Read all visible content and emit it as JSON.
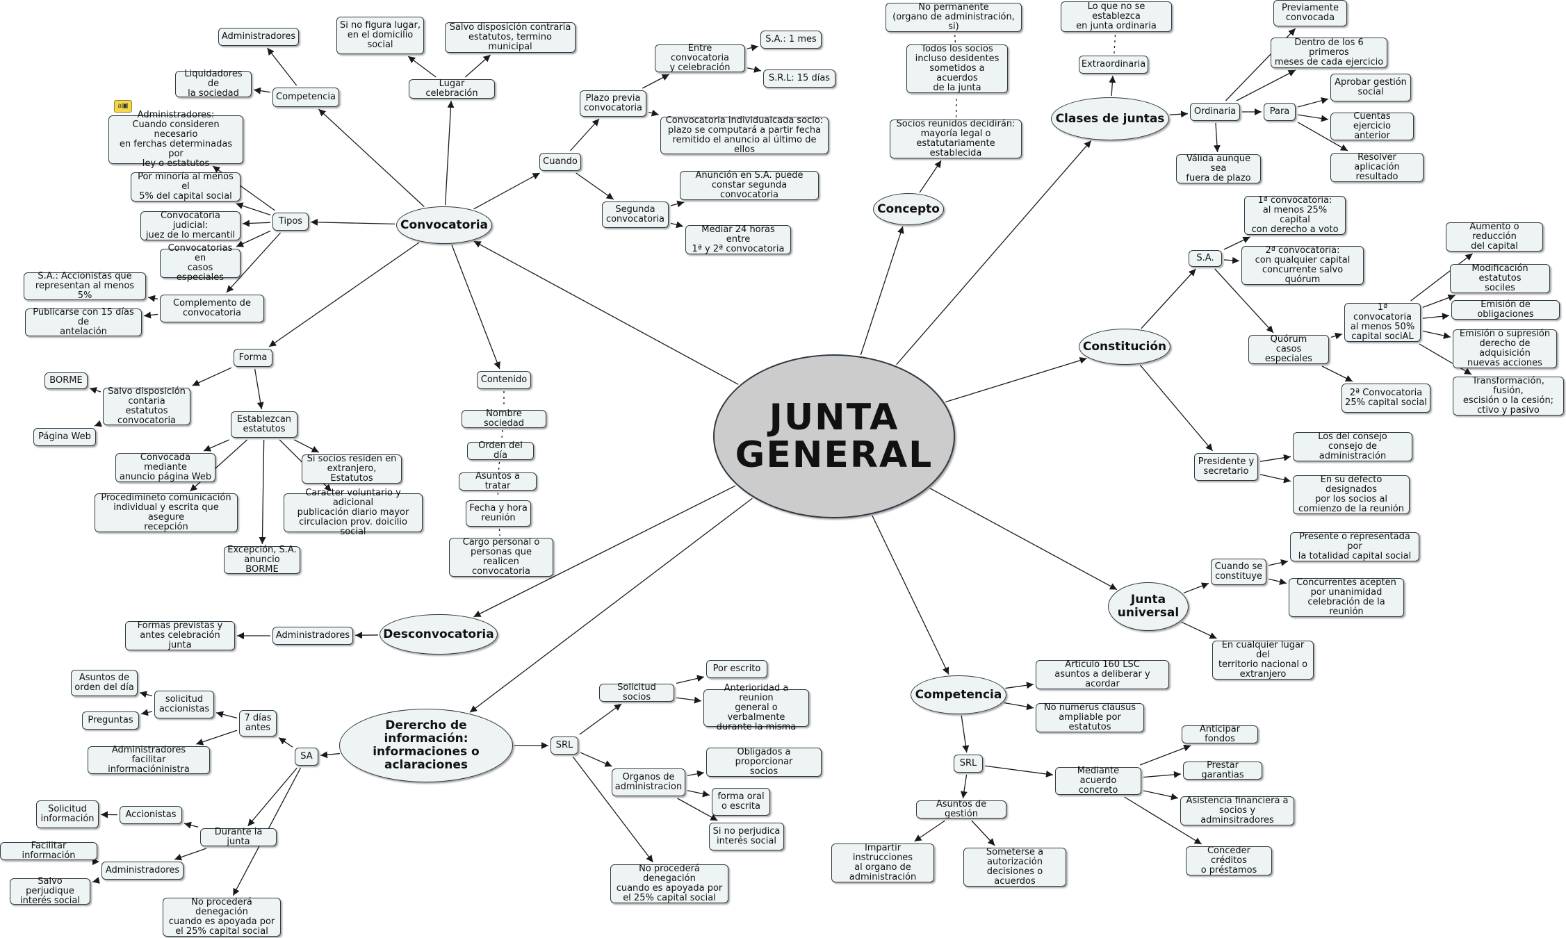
{
  "central": {
    "id": "junta",
    "label": "JUNTA\nGENERAL"
  },
  "nodes": [
    {
      "id": "convocatoria",
      "label": "Convocatoria",
      "hub": true
    },
    {
      "id": "concepto",
      "label": "Concepto",
      "hub": true
    },
    {
      "id": "clases",
      "label": "Clases de juntas",
      "hub": true
    },
    {
      "id": "constitucion",
      "label": "Constitución",
      "hub": true
    },
    {
      "id": "universal",
      "label": "Junta\nuniversal",
      "hub": true
    },
    {
      "id": "competencia",
      "label": "Competencia",
      "hub": true
    },
    {
      "id": "derecho",
      "label": "Derercho de información:\ninformaciones o aclaraciones",
      "hub": true
    },
    {
      "id": "desconvocatoria",
      "label": "Desconvocatoria",
      "hub": true
    },
    {
      "id": "cv_competencia",
      "label": "Competencia"
    },
    {
      "id": "cv_administradores",
      "label": "Administradores"
    },
    {
      "id": "cv_liquidadores",
      "label": "Liquidadores de\nla sociedad"
    },
    {
      "id": "cv_lugar",
      "label": "Lugar celebración"
    },
    {
      "id": "cv_lugar1",
      "label": "Si no figura lugar,\nen el domicilio\nsocial"
    },
    {
      "id": "cv_lugar2",
      "label": "Salvo disposición contraria\nestatutos, termino municipal"
    },
    {
      "id": "cv_tipos",
      "label": "Tipos"
    },
    {
      "id": "cv_tipo1",
      "label": "Administradores:\nCuando consideren necesario\nen ferchas determinadas por\nley o estatutos"
    },
    {
      "id": "cv_tipo2",
      "label": "Por minoría al menos el\n5% del capital social"
    },
    {
      "id": "cv_tipo3",
      "label": "Convocatoria judicial:\njuez de lo mercantil"
    },
    {
      "id": "cv_tipo4",
      "label": "Convocatorias en\ncasos especiales"
    },
    {
      "id": "cv_complemento",
      "label": "Complemento de\nconvocatoria"
    },
    {
      "id": "cv_comp1",
      "label": "S.A.: Accionistas que\nrepresentan al menos 5%"
    },
    {
      "id": "cv_comp2",
      "label": "Publicarse con 15 días de\nantelación"
    },
    {
      "id": "cv_cuando",
      "label": "Cuando"
    },
    {
      "id": "cv_plazo",
      "label": "Plazo previa\nconvocatoria"
    },
    {
      "id": "cv_entre",
      "label": "Entre convocatoria\ny celebración"
    },
    {
      "id": "cv_sa1mes",
      "label": "S.A.: 1 mes"
    },
    {
      "id": "cv_srl15",
      "label": "S.R.L: 15 días"
    },
    {
      "id": "cv_individual",
      "label": "Convocatoria individualcada socio:\nplazo se computará a partir fecha\nremitido el anuncio al último de ellos"
    },
    {
      "id": "cv_segunda",
      "label": "Segunda\nconvocatoria"
    },
    {
      "id": "cv_seg1",
      "label": "Anunción en S.A. puede\nconstar segunda convocatoria"
    },
    {
      "id": "cv_seg2",
      "label": "Mediar 24 horas entre\n1ª y 2ª convocatoria"
    },
    {
      "id": "cv_forma",
      "label": "Forma"
    },
    {
      "id": "cv_borme",
      "label": "BORME"
    },
    {
      "id": "cv_salvo",
      "label": "Salvo disposición\ncontaria estatutos\nconvocatoria"
    },
    {
      "id": "cv_web",
      "label": "Página Web"
    },
    {
      "id": "cv_establezcan",
      "label": "Establezcan\nestatutos"
    },
    {
      "id": "cv_est1",
      "label": "Convocada mediante\nanuncio página Web"
    },
    {
      "id": "cv_est2",
      "label": "Si socios residen en\nextranjero, Estatutos"
    },
    {
      "id": "cv_est3",
      "label": "Procedimineto comunicación\nindividual y escrita que asegure\nrecepción"
    },
    {
      "id": "cv_est4",
      "label": "Caracter voluntario y adicional\npublicación diario mayor\ncirculacion prov. doicilio social"
    },
    {
      "id": "cv_est5",
      "label": "Excepción, S.A.\nanuncio BORME"
    },
    {
      "id": "cv_contenido",
      "label": "Contenido"
    },
    {
      "id": "cv_cont1",
      "label": "Nombre sociedad"
    },
    {
      "id": "cv_cont2",
      "label": "Orden del día"
    },
    {
      "id": "cv_cont3",
      "label": "Asuntos a tratar"
    },
    {
      "id": "cv_cont4",
      "label": "Fecha y hora\nreunión"
    },
    {
      "id": "cv_cont5",
      "label": "Cargo personal o\npersonas que realicen\nconvocatoria"
    },
    {
      "id": "co_socios",
      "label": "Socios reunidos decidirán:\nmayoría legal o\nestatutariamente establecida"
    },
    {
      "id": "co_todos",
      "label": "Todos los socios\nincluso desidentes\nsometidos a acuerdos\nde la junta"
    },
    {
      "id": "co_noperm",
      "label": "No permanente\n(organo de administración, si)"
    },
    {
      "id": "cl_extra",
      "label": "Extraordinaria"
    },
    {
      "id": "cl_extra1",
      "label": "Lo que no se establezca\nen junta ordinaria"
    },
    {
      "id": "cl_ordinaria",
      "label": "Ordinaria"
    },
    {
      "id": "cl_prev",
      "label": "Previamente\nconvocada"
    },
    {
      "id": "cl_dentro",
      "label": "Dentro de los 6 primeros\nmeses de cada ejercicio"
    },
    {
      "id": "cl_para",
      "label": "Para"
    },
    {
      "id": "cl_para1",
      "label": "Aprobar gestión\nsocial"
    },
    {
      "id": "cl_para2",
      "label": "Cuentas ejercicio\nanterior"
    },
    {
      "id": "cl_para3",
      "label": "Resolver aplicación\nresultado"
    },
    {
      "id": "cl_valida",
      "label": "Válida aunque sea\nfuera de plazo"
    },
    {
      "id": "cn_sa",
      "label": "S.A."
    },
    {
      "id": "cn_sa1",
      "label": "1ª convocatoria:\nal menos 25% capital\ncon derecho a voto"
    },
    {
      "id": "cn_sa2",
      "label": "2ª convocatoria:\ncon qualquier capital\nconcurrente salvo quórum"
    },
    {
      "id": "cn_quorum",
      "label": "Quórum\ncasos especiales"
    },
    {
      "id": "cn_q1",
      "label": "1ª convocatoria\nal menos 50%\ncapital sociAL"
    },
    {
      "id": "cn_q2",
      "label": "2ª Convocatoria\n25% capital social"
    },
    {
      "id": "cn_m1",
      "label": "Aumento o reducción\ndel capital"
    },
    {
      "id": "cn_m2",
      "label": "Modificación estatutos\nsociles"
    },
    {
      "id": "cn_m3",
      "label": "Emisión de obligaciones"
    },
    {
      "id": "cn_m4",
      "label": "Emisión o supresión\nderecho de adquisición\nnuevas acciones"
    },
    {
      "id": "cn_m5",
      "label": "Transformación, fusión,\nescisión o la cesión;\nctivo y pasivo"
    },
    {
      "id": "cn_presidente",
      "label": "Presidente y\nsecretario"
    },
    {
      "id": "cn_p1",
      "label": "Los del consejo\nconsejo de administración"
    },
    {
      "id": "cn_p2",
      "label": "En su defecto designados\npor los socios al\ncomienzo de la reunión"
    },
    {
      "id": "ju_cuando",
      "label": "Cuando se\nconstituye"
    },
    {
      "id": "ju_c1",
      "label": "Presente o representada por\nla totalidad capital social"
    },
    {
      "id": "ju_c2",
      "label": "Concurrentes acepten\npor unanimidad\ncelebración de la reunión"
    },
    {
      "id": "ju_lugar",
      "label": "En cualquier lugar del\nterritorio nacional o\nextranjero"
    },
    {
      "id": "cp_art",
      "label": "Articulo 160 LSC\nasuntos a deliberar y acordar"
    },
    {
      "id": "cp_nonum",
      "label": "No numerus clausus\nampliable por estatutos"
    },
    {
      "id": "cp_srl",
      "label": "SRL"
    },
    {
      "id": "cp_asuntos",
      "label": "Asuntos de gestión"
    },
    {
      "id": "cp_imp",
      "label": "Impartir instrucciones\nal organo de\nadministración"
    },
    {
      "id": "cp_some",
      "label": "Someterse a\nautorización\ndecisiones o acuerdos"
    },
    {
      "id": "cp_mediante",
      "label": "Mediante acuerdo\nconcreto"
    },
    {
      "id": "cp_m1",
      "label": "Anticipar fondos"
    },
    {
      "id": "cp_m2",
      "label": "Prestar garantias"
    },
    {
      "id": "cp_m3",
      "label": "Asistencia financiera a\nsocios y adminsitradores"
    },
    {
      "id": "cp_m4",
      "label": "Conceder créditos\no préstamos"
    },
    {
      "id": "de_srl",
      "label": "SRL"
    },
    {
      "id": "de_solicitud",
      "label": "Solicitud socios"
    },
    {
      "id": "de_escrito",
      "label": "Por escrito"
    },
    {
      "id": "de_anter",
      "label": "Anterioridad a reunion\ngeneral o verbalmente\ndurante la misma"
    },
    {
      "id": "de_organos",
      "label": "Organos de\nadministracion"
    },
    {
      "id": "de_oblig",
      "label": "Obligados a proporcionar\nsocios"
    },
    {
      "id": "de_forma",
      "label": "forma oral\no escrita"
    },
    {
      "id": "de_sinoper",
      "label": "Si no perjudica\ninterés social"
    },
    {
      "id": "de_noproc1",
      "label": "No procederá denegación\ncuando es apoyada por\nel 25% capital social"
    },
    {
      "id": "de_sa",
      "label": "SA"
    },
    {
      "id": "de_7dias",
      "label": "7 días\nantes"
    },
    {
      "id": "de_solacc",
      "label": "solicitud\naccionistas"
    },
    {
      "id": "de_asuntos",
      "label": "Asuntos de\norden del día"
    },
    {
      "id": "de_preg",
      "label": "Preguntas"
    },
    {
      "id": "de_admfac",
      "label": "Administradores\nfacilitar informacióninistra"
    },
    {
      "id": "de_durante",
      "label": "Durante la junta"
    },
    {
      "id": "de_acc",
      "label": "Accionistas"
    },
    {
      "id": "de_solinf",
      "label": "Solicitud\ninformación"
    },
    {
      "id": "de_adm",
      "label": "Administradores"
    },
    {
      "id": "de_facinf",
      "label": "Facilitar información"
    },
    {
      "id": "de_salvo",
      "label": "Salvo perjudique\ninterés social"
    },
    {
      "id": "de_noproc2",
      "label": "No procederá denegación\ncuando es apoyada por\nel 25% capital social"
    },
    {
      "id": "ds_adm",
      "label": "Administradores"
    },
    {
      "id": "ds_formas",
      "label": "Formas previstas y\nantes celebración junta"
    }
  ],
  "edges": [
    [
      "junta",
      "convocatoria"
    ],
    [
      "junta",
      "concepto"
    ],
    [
      "junta",
      "clases"
    ],
    [
      "junta",
      "constitucion"
    ],
    [
      "junta",
      "universal"
    ],
    [
      "junta",
      "competencia"
    ],
    [
      "junta",
      "derecho"
    ],
    [
      "junta",
      "desconvocatoria"
    ],
    [
      "convocatoria",
      "cv_competencia"
    ],
    [
      "cv_competencia",
      "cv_administradores"
    ],
    [
      "cv_competencia",
      "cv_liquidadores"
    ],
    [
      "convocatoria",
      "cv_lugar"
    ],
    [
      "cv_lugar",
      "cv_lugar1"
    ],
    [
      "cv_lugar",
      "cv_lugar2"
    ],
    [
      "convocatoria",
      "cv_tipos"
    ],
    [
      "cv_tipos",
      "cv_tipo1"
    ],
    [
      "cv_tipos",
      "cv_tipo2"
    ],
    [
      "cv_tipos",
      "cv_tipo3"
    ],
    [
      "cv_tipos",
      "cv_tipo4"
    ],
    [
      "cv_tipos",
      "cv_complemento"
    ],
    [
      "cv_complemento",
      "cv_comp1"
    ],
    [
      "cv_complemento",
      "cv_comp2"
    ],
    [
      "convocatoria",
      "cv_cuando"
    ],
    [
      "cv_cuando",
      "cv_plazo"
    ],
    [
      "cv_plazo",
      "cv_entre"
    ],
    [
      "cv_entre",
      "cv_sa1mes"
    ],
    [
      "cv_entre",
      "cv_srl15"
    ],
    [
      "cv_plazo",
      "cv_individual"
    ],
    [
      "cv_cuando",
      "cv_segunda"
    ],
    [
      "cv_segunda",
      "cv_seg1"
    ],
    [
      "cv_segunda",
      "cv_seg2"
    ],
    [
      "convocatoria",
      "cv_forma"
    ],
    [
      "cv_forma",
      "cv_salvo"
    ],
    [
      "cv_salvo",
      "cv_borme"
    ],
    [
      "cv_salvo",
      "cv_web"
    ],
    [
      "cv_forma",
      "cv_establezcan"
    ],
    [
      "cv_establezcan",
      "cv_est1"
    ],
    [
      "cv_establezcan",
      "cv_est2"
    ],
    [
      "cv_establezcan",
      "cv_est3"
    ],
    [
      "cv_establezcan",
      "cv_est4"
    ],
    [
      "cv_establezcan",
      "cv_est5"
    ],
    [
      "convocatoria",
      "cv_contenido"
    ],
    [
      "concepto",
      "co_socios"
    ],
    [
      "clases",
      "cl_extra"
    ],
    [
      "clases",
      "cl_ordinaria"
    ],
    [
      "cl_ordinaria",
      "cl_prev"
    ],
    [
      "cl_ordinaria",
      "cl_dentro"
    ],
    [
      "cl_ordinaria",
      "cl_para"
    ],
    [
      "cl_para",
      "cl_para1"
    ],
    [
      "cl_para",
      "cl_para2"
    ],
    [
      "cl_para",
      "cl_para3"
    ],
    [
      "cl_ordinaria",
      "cl_valida"
    ],
    [
      "constitucion",
      "cn_sa"
    ],
    [
      "cn_sa",
      "cn_sa1"
    ],
    [
      "cn_sa",
      "cn_sa2"
    ],
    [
      "cn_sa",
      "cn_quorum"
    ],
    [
      "cn_quorum",
      "cn_q1"
    ],
    [
      "cn_quorum",
      "cn_q2"
    ],
    [
      "cn_q1",
      "cn_m1"
    ],
    [
      "cn_q1",
      "cn_m2"
    ],
    [
      "cn_q1",
      "cn_m3"
    ],
    [
      "cn_q1",
      "cn_m4"
    ],
    [
      "cn_q1",
      "cn_m5"
    ],
    [
      "constitucion",
      "cn_presidente"
    ],
    [
      "cn_presidente",
      "cn_p1"
    ],
    [
      "cn_presidente",
      "cn_p2"
    ],
    [
      "universal",
      "ju_cuando"
    ],
    [
      "ju_cuando",
      "ju_c1"
    ],
    [
      "ju_cuando",
      "ju_c2"
    ],
    [
      "universal",
      "ju_lugar"
    ],
    [
      "competencia",
      "cp_art"
    ],
    [
      "competencia",
      "cp_nonum"
    ],
    [
      "competencia",
      "cp_srl"
    ],
    [
      "cp_srl",
      "cp_asuntos"
    ],
    [
      "cp_asuntos",
      "cp_imp"
    ],
    [
      "cp_asuntos",
      "cp_some"
    ],
    [
      "cp_srl",
      "cp_mediante"
    ],
    [
      "cp_mediante",
      "cp_m1"
    ],
    [
      "cp_mediante",
      "cp_m2"
    ],
    [
      "cp_mediante",
      "cp_m3"
    ],
    [
      "cp_mediante",
      "cp_m4"
    ],
    [
      "derecho",
      "de_srl"
    ],
    [
      "de_srl",
      "de_solicitud"
    ],
    [
      "de_solicitud",
      "de_escrito"
    ],
    [
      "de_solicitud",
      "de_anter"
    ],
    [
      "de_srl",
      "de_organos"
    ],
    [
      "de_organos",
      "de_oblig"
    ],
    [
      "de_organos",
      "de_forma"
    ],
    [
      "de_organos",
      "de_sinoper"
    ],
    [
      "de_srl",
      "de_noproc1"
    ],
    [
      "derecho",
      "de_sa"
    ],
    [
      "de_sa",
      "de_7dias"
    ],
    [
      "de_7dias",
      "de_solacc"
    ],
    [
      "de_solacc",
      "de_asuntos"
    ],
    [
      "de_solacc",
      "de_preg"
    ],
    [
      "de_7dias",
      "de_admfac"
    ],
    [
      "de_sa",
      "de_durante"
    ],
    [
      "de_durante",
      "de_acc"
    ],
    [
      "de_acc",
      "de_solinf"
    ],
    [
      "de_durante",
      "de_adm"
    ],
    [
      "de_adm",
      "de_facinf"
    ],
    [
      "de_adm",
      "de_salvo"
    ],
    [
      "de_sa",
      "de_noproc2"
    ],
    [
      "desconvocatoria",
      "ds_adm"
    ],
    [
      "ds_adm",
      "ds_formas"
    ]
  ],
  "chains": [
    [
      "cv_contenido",
      "cv_cont1",
      "cv_cont2",
      "cv_cont3",
      "cv_cont4",
      "cv_cont5"
    ],
    [
      "co_socios",
      "co_todos",
      "co_noperm"
    ],
    [
      "cl_extra",
      "cl_extra1"
    ]
  ],
  "note_icon": "note-icon",
  "colors": {
    "node_fill": "#eef3f4",
    "central_fill": "#cccccc",
    "line": "#1a1a1a"
  }
}
